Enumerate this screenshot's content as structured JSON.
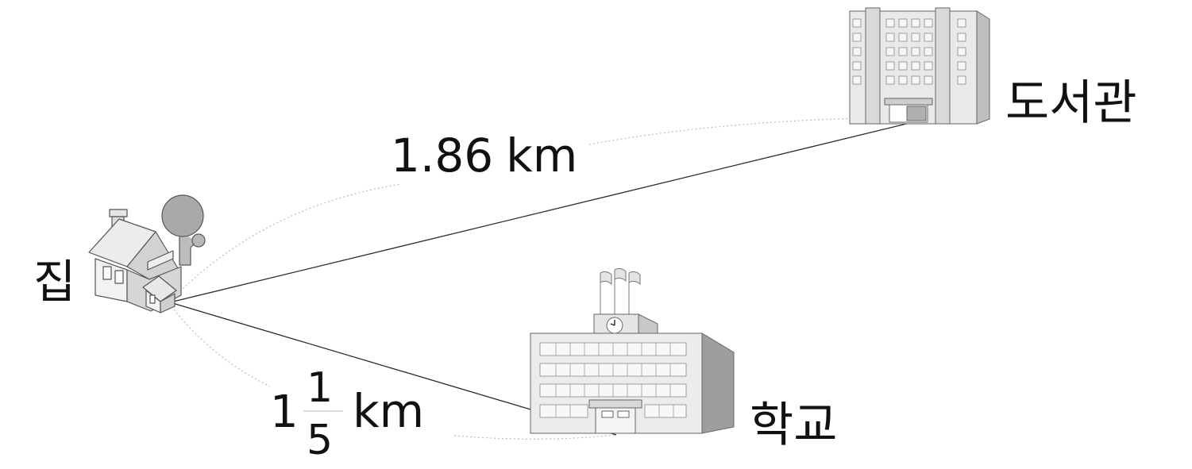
{
  "places": {
    "home": "집",
    "library": "도서관",
    "school": "학교"
  },
  "distances": {
    "home_to_library": {
      "value": "1.86",
      "unit": "km"
    },
    "home_to_school": {
      "whole": "1",
      "numerator": "1",
      "denominator": "5",
      "unit": "km"
    }
  }
}
